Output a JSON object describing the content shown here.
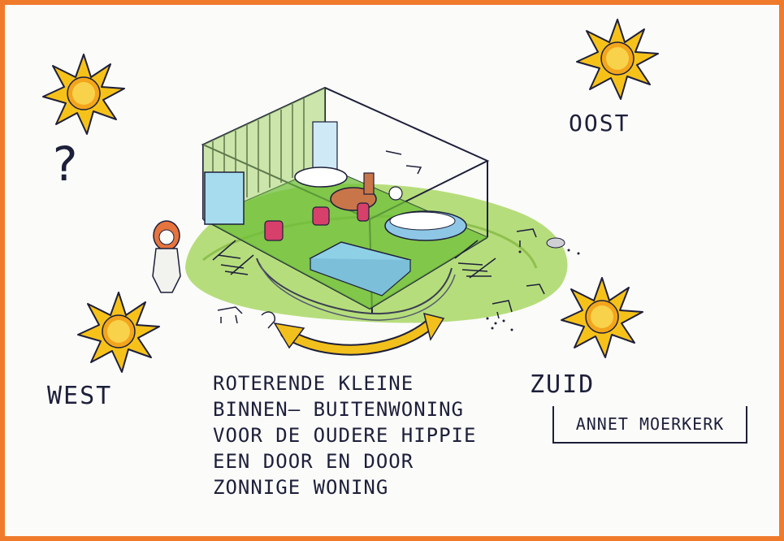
{
  "directions": {
    "oost": "OOST",
    "west": "WEST",
    "zuid": "ZUID"
  },
  "question_mark": "?",
  "caption_lines": [
    "ROTERENDE KLEINE",
    "BINNEN— BUITENWONING",
    "VOOR DE OUDERE HIPPIE",
    "EEN DOOR EN DOOR",
    "ZONNIGE WONING"
  ],
  "signature": "ANNET MOERKERK",
  "colors": {
    "border": "#f07a2c",
    "paper": "#fbfbf9",
    "sun_yellow": "#f6c21a",
    "sun_orange": "#f3a51b",
    "grass": "#9ccf5b",
    "ink": "#1d1f3a",
    "arrow": "#f2c01c",
    "pool_blue": "#9fd2ee"
  },
  "icons": [
    "sun-icon",
    "arrow-icon",
    "house-icon",
    "person-icon",
    "dog-icon"
  ]
}
